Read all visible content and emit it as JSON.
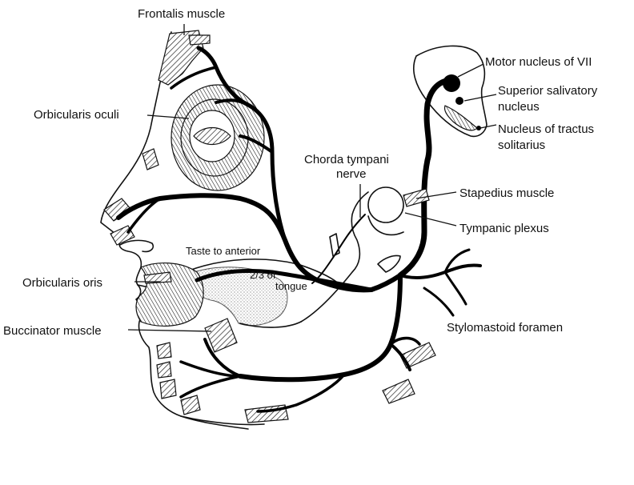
{
  "labels": {
    "frontalis": "Frontalis muscle",
    "orbicularis_oculi": "Orbicularis oculi",
    "orbicularis_oris": "Orbicularis oris",
    "buccinator": "Buccinator muscle",
    "motor_nucleus": "Motor nucleus of VII",
    "superior_salivatory_1": "Superior salivatory",
    "superior_salivatory_2": "nucleus",
    "tractus_solitarius_1": "Nucleus of tractus",
    "tractus_solitarius_2": "solitarius",
    "chorda_tympani_1": "Chorda tympani",
    "chorda_tympani_2": "nerve",
    "stapedius": "Stapedius muscle",
    "tympanic_plexus": "Tympanic plexus",
    "taste_1": "Taste to anterior",
    "taste_2": "2/3 of",
    "taste_3": "tongue",
    "stylomastoid": "Stylomastoid foramen"
  }
}
